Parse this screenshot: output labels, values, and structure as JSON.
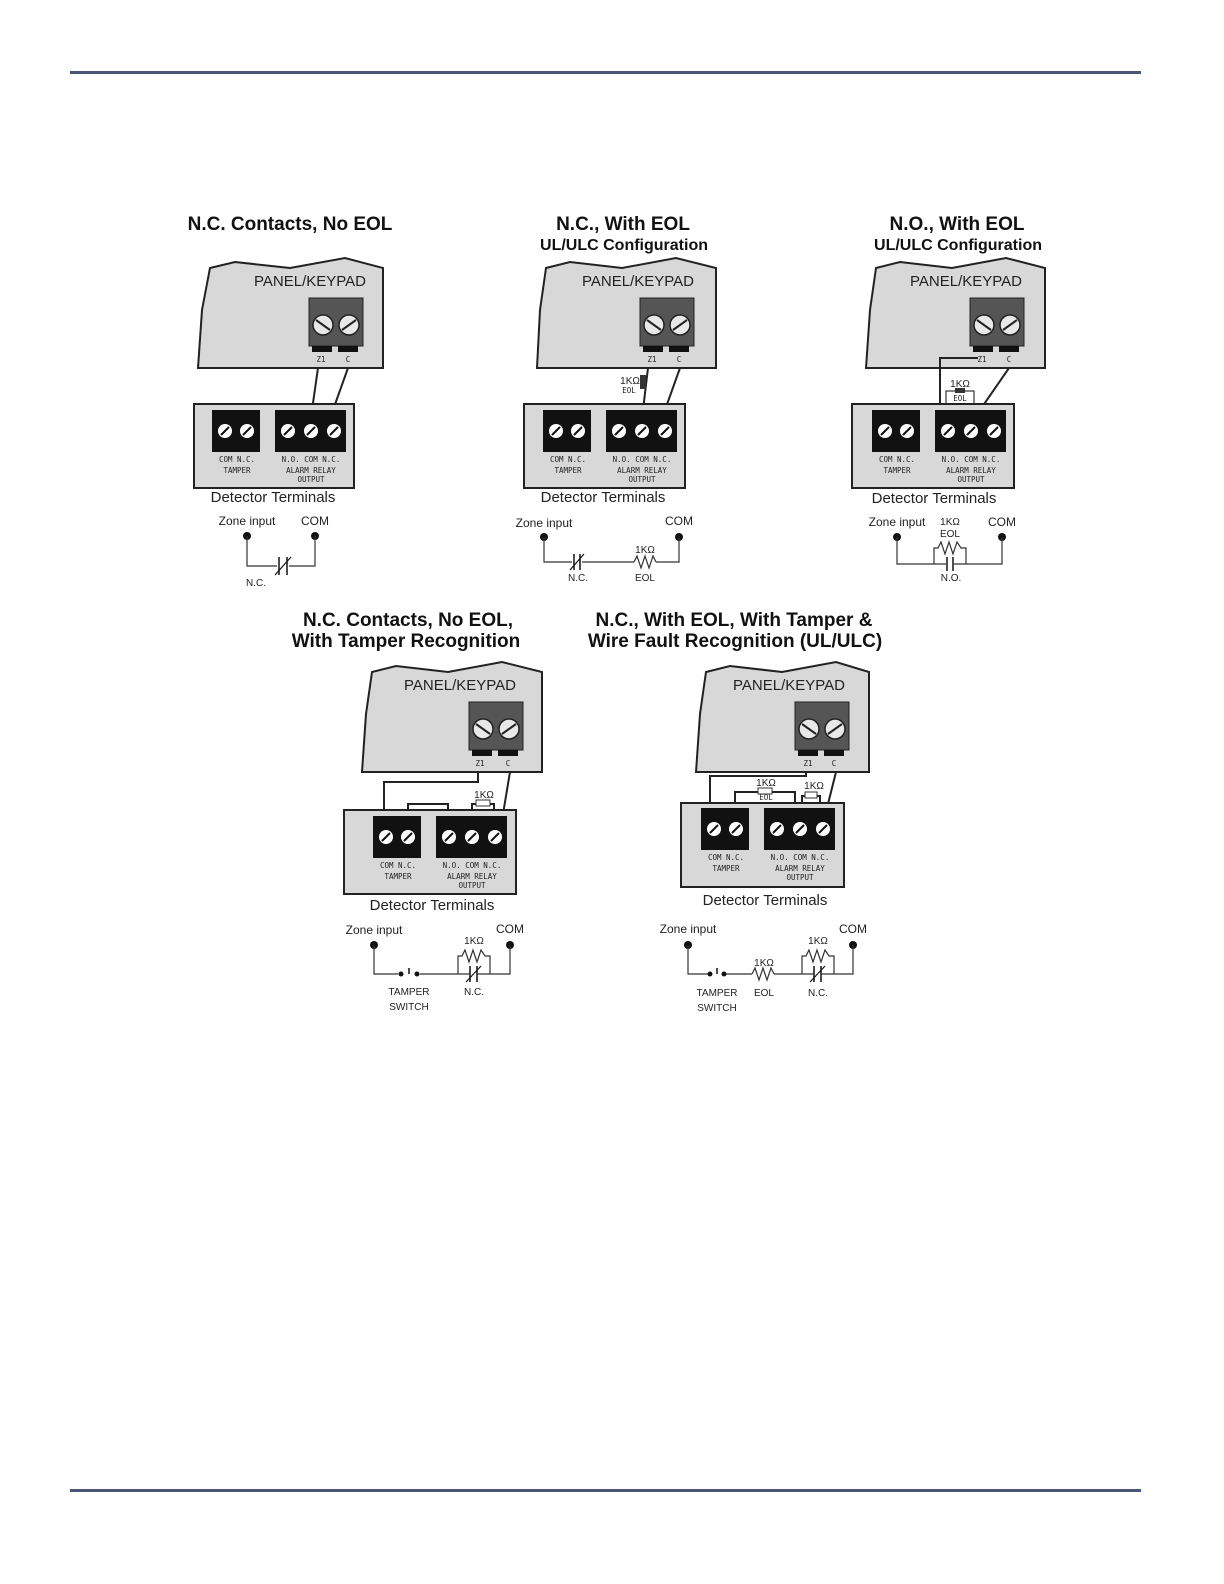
{
  "diagrams": [
    {
      "title": "N.C. Contacts,  No EOL",
      "subtitle": ""
    },
    {
      "title": "N.C., With EOL",
      "subtitle": "UL/ULC Configuration"
    },
    {
      "title": "N.O., With EOL",
      "subtitle": "UL/ULC Configuration"
    },
    {
      "title": "N.C. Contacts, No EOL,",
      "subtitle": "With Tamper Recognition"
    },
    {
      "title": "N.C., With EOL, With Tamper &",
      "subtitle": "Wire Fault Recognition (UL/ULC)"
    }
  ],
  "labels": {
    "panel": "PANEL/KEYPAD",
    "z1": "Z1",
    "c": "C",
    "detector_terminals": "Detector Terminals",
    "com_nc": "COM N.C.",
    "tamper": "TAMPER",
    "no_com_nc": "N.O. COM N.C.",
    "alarm_relay": "ALARM RELAY",
    "output": "OUTPUT",
    "zone_input": "Zone input",
    "com": "COM",
    "nc": "N.C.",
    "no": "N.O.",
    "eol": "EOL",
    "res_1k": "1KΩ",
    "tamper_switch_1": "TAMPER",
    "tamper_switch_2": "SWITCH"
  }
}
